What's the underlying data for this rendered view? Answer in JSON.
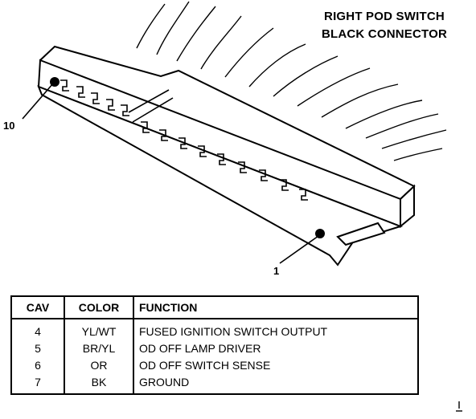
{
  "title": {
    "line1": "RIGHT POD SWITCH",
    "line2": "BLACK CONNECTOR"
  },
  "pin_labels": {
    "first": "1",
    "last": "10"
  },
  "table": {
    "headers": {
      "cav": "CAV",
      "color": "COLOR",
      "function": "FUNCTION"
    },
    "rows": [
      {
        "cav": "4",
        "color": "YL/WT",
        "function": "FUSED IGNITION SWITCH OUTPUT"
      },
      {
        "cav": "5",
        "color": "BR/YL",
        "function": "OD OFF LAMP DRIVER"
      },
      {
        "cav": "6",
        "color": "OR",
        "function": "OD OFF SWITCH SENSE"
      },
      {
        "cav": "7",
        "color": "BK",
        "function": "GROUND"
      }
    ]
  }
}
